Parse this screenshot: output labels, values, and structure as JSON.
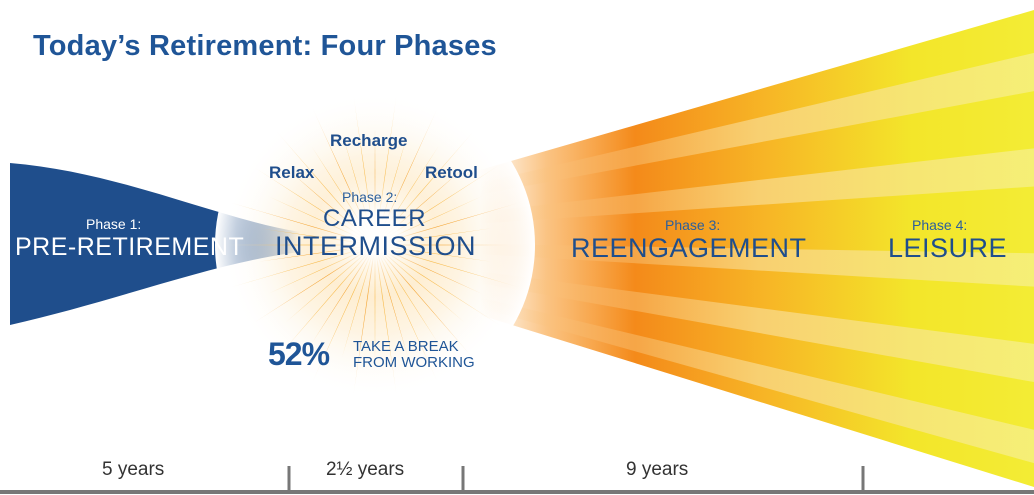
{
  "title": "Today’s Retirement: Four Phases",
  "phase1": {
    "label": "Phase 1:",
    "name": "PRE-RETIREMENT"
  },
  "phase2": {
    "label": "Phase 2:",
    "name_line1": "CAREER",
    "name_line2": "INTERMISSION",
    "words": {
      "top": "Recharge",
      "left": "Relax",
      "right": "Retool"
    },
    "stat": {
      "percent": "52%",
      "line1": "TAKE A BREAK",
      "line2": "FROM WORKING"
    }
  },
  "phase3": {
    "label": "Phase 3:",
    "name": "REENGAGEMENT"
  },
  "phase4": {
    "label": "Phase 4:",
    "name": "LEISURE"
  },
  "durations": [
    "5 years",
    "2½ years",
    "9 years"
  ],
  "colors": {
    "title_blue": "#1f5597",
    "phase1_blue": "#1f4e8c",
    "sunburst_orange": "#f6a21f",
    "beam_orange": "#f28c1c",
    "beam_yellow": "#f3e62a",
    "timeline_gray": "#777777"
  }
}
